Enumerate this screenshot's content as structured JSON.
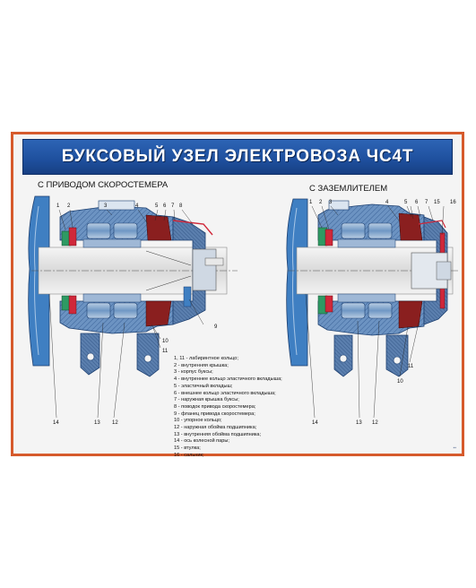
{
  "title": "БУКСОВЫЙ УЗЕЛ ЭЛЕКТРОВОЗА ЧС4Т",
  "left_diagram": {
    "caption": "С ПРИВОДОМ СКОРОСТЕМЕРА",
    "callouts_top": [
      "1",
      "2",
      "3",
      "4",
      "5",
      "6",
      "7",
      "8"
    ],
    "callouts_other": [
      "9",
      "10",
      "11",
      "12",
      "13",
      "14"
    ]
  },
  "right_diagram": {
    "caption": "С ЗАЗЕМЛИТЕЛЕМ",
    "callouts_top": [
      "1",
      "2",
      "3",
      "4",
      "5",
      "6",
      "7",
      "15",
      "16"
    ],
    "callouts_other": [
      "10",
      "11",
      "12",
      "13",
      "14"
    ]
  },
  "legend": [
    "1, 11 - лабиринтное кольцо;",
    "2 - внутренняя крышка;",
    "3 - корпус буксы;",
    "4 - внутреннее кольцо эластичного вкладыша;",
    "5 - эластичный вкладыш;",
    "6 - внешнее кольцо эластичного вкладыша;",
    "7 - наружная крышка буксы;",
    "8 - поводок привода скоростемера;",
    "9 - фланец привода скоростемера;",
    "10 - упорное кольцо;",
    "12 - наружная обойма подшипника;",
    "13 - внутренняя обойма подшипника;",
    "14 - ось колесной пары;",
    "15 - втулка;",
    "16 - сальник;"
  ],
  "colors": {
    "frame": "#d65a2c",
    "title_bg": "#1e4f9d",
    "wheel": "#3f7fc2",
    "housing": "#5f8cbf",
    "bearing": "#7aa0c8",
    "axle": "#dcdcdc",
    "seal_green": "#2e9a63",
    "seal_red": "#d0283a"
  }
}
